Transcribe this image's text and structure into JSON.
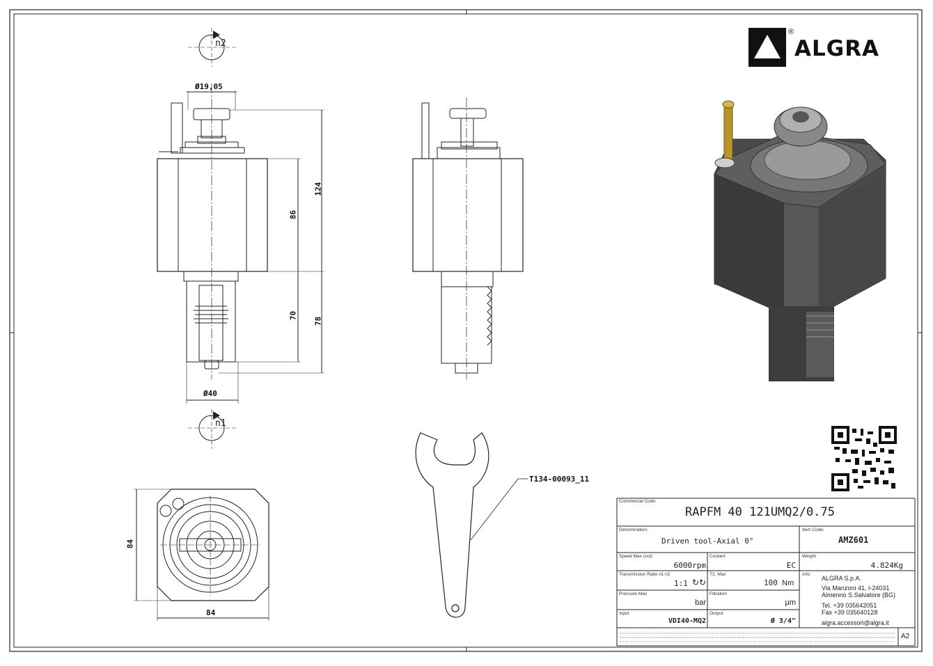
{
  "brand": {
    "name": "ALGRA",
    "registered": "®"
  },
  "views": {
    "rotation_top_label": "n2",
    "rotation_bottom_label": "n1",
    "dims": {
      "d_top": "Ø19,05",
      "h_total": "124",
      "h_body": "86",
      "h_shank": "70",
      "h_shank_total": "78",
      "d_shank": "Ø40",
      "side_h": "84",
      "side_w": "84"
    },
    "wrench_ref": "T134-00093_11"
  },
  "title_block": {
    "commercial_code_caption": "Commercial Code:",
    "commercial_code": "RAPFM 40 121UMQ2/0.75",
    "denomination_caption": "Denomination:",
    "denomination": "Driven tool-Axial 0°",
    "item_code_caption": "Item Code:",
    "item_code": "AMZ601",
    "speed_caption": "Speed Max (out)",
    "speed": "6000rpm",
    "coolant_caption": "Coolant",
    "coolant": "EC",
    "weight_caption": "Weight",
    "weight": "4.824Kg",
    "ratio_caption": "Transmission Ratio n1:n2",
    "ratio": "1:1",
    "torque_caption": "T2. Max",
    "torque": "100",
    "torque_unit": "Nm",
    "info_caption": "Info:",
    "company": "ALGRA S.p.A.",
    "address1": "Via Manzoni 41, I-24031",
    "address2": "Almenno S.Salvatore (BG)",
    "tel": "Tel. +39 035642051",
    "fax": "Fax +39 035640128",
    "email": "algra.accessori@algra.it",
    "pressure_caption": "Pressure Max",
    "pressure_unit": "bar",
    "filtration_caption": "Filtration",
    "filtration_unit": "µm",
    "input_caption": "Input",
    "input": "VDI40-MQ2",
    "output_caption": "Output",
    "output": "Ø 3/4\"",
    "sheet_size": "A2"
  }
}
